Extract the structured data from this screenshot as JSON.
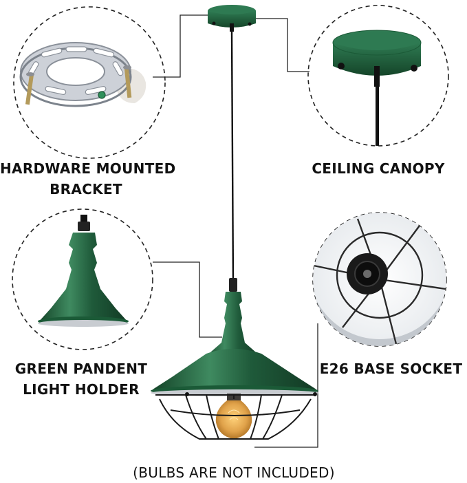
{
  "labels": {
    "hardware_line1": "HARDWARE MOUNTED",
    "hardware_line2": "BRACKET",
    "canopy": "CEILING CANOPY",
    "holder_line1": "GREEN PANDENT",
    "holder_line2": "LIGHT HOLDER",
    "socket": "E26 BASE SOCKET",
    "note": "(BULBS ARE NOT INCLUDED)"
  },
  "colors": {
    "shade_green": "#1f5a3a",
    "shade_green_dark": "#154529",
    "shade_green_light": "#3f8a60",
    "cord": "#111111",
    "socket_black": "#1a1a1a",
    "bracket_metal": "#c9ccd3",
    "bulb_amber": "#e0a24a",
    "dashed_circle": "#222222"
  },
  "icons": {
    "bracket": "mounting-bracket-icon",
    "canopy": "ceiling-canopy-icon",
    "holder": "pendant-shade-icon",
    "socket": "e26-socket-icon",
    "lamp": "pendant-lamp-icon"
  }
}
